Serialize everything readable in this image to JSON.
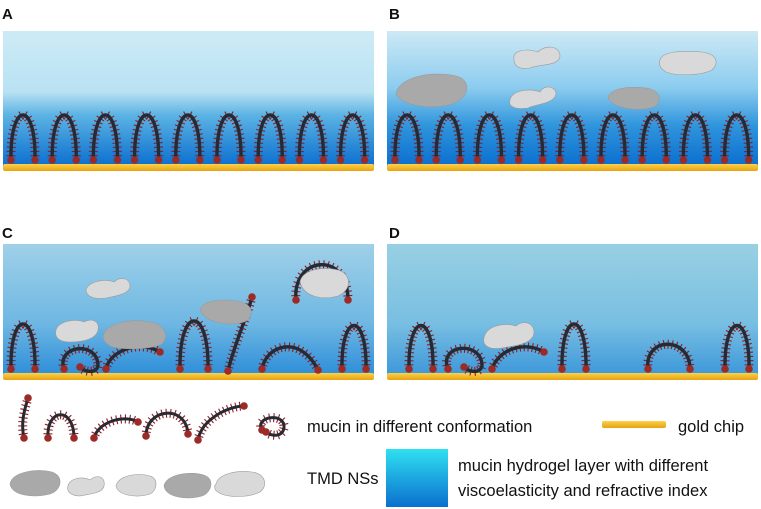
{
  "panels": [
    {
      "label": "A"
    },
    {
      "label": "B"
    },
    {
      "label": "C"
    },
    {
      "label": "D"
    }
  ],
  "legend": {
    "mucin": "mucin in different conformation",
    "gold": "gold chip",
    "tmd": "TMD NSs",
    "hydrogel_line1": "mucin hydrogel layer with different",
    "hydrogel_line2": "viscoelasticity and refractive index"
  },
  "colors": {
    "gold": "#f2b51c",
    "mucin_backbone": "#262a33",
    "mucin_spike": "#8c1c24",
    "mucin_bead": "#9c2a26",
    "nanosheet_dark": "#a9a9a9",
    "nanosheet_light": "#d9d9d9"
  }
}
